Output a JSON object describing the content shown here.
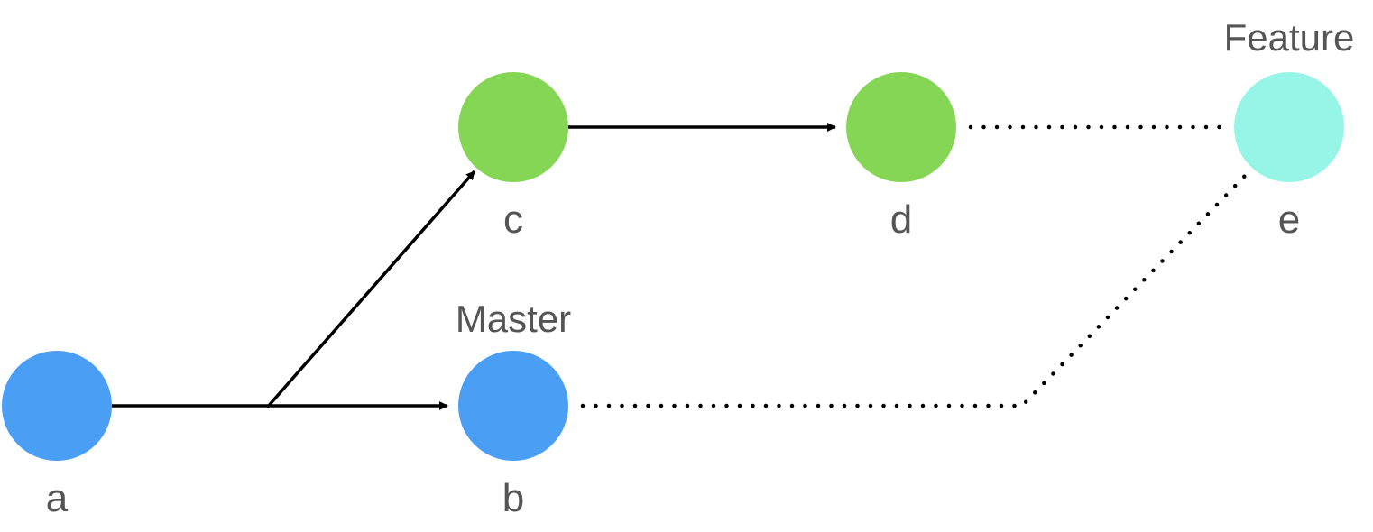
{
  "diagram": {
    "nodes": [
      {
        "id": "a",
        "label": "a",
        "color": "#4a9ff5"
      },
      {
        "id": "b",
        "label": "b",
        "color": "#4a9ff5"
      },
      {
        "id": "c",
        "label": "c",
        "color": "#84d654"
      },
      {
        "id": "d",
        "label": "d",
        "color": "#84d654"
      },
      {
        "id": "e",
        "label": "e",
        "color": "#96f5e6"
      }
    ],
    "branches": {
      "master": "Master",
      "feature": "Feature"
    },
    "edges": [
      {
        "from": "a",
        "to": "b",
        "style": "solid-arrow"
      },
      {
        "from": "a",
        "to": "c",
        "style": "solid-arrow"
      },
      {
        "from": "c",
        "to": "d",
        "style": "solid-arrow"
      },
      {
        "from": "d",
        "to": "e",
        "style": "dotted"
      },
      {
        "from": "b",
        "to": "e",
        "style": "dotted"
      }
    ]
  }
}
